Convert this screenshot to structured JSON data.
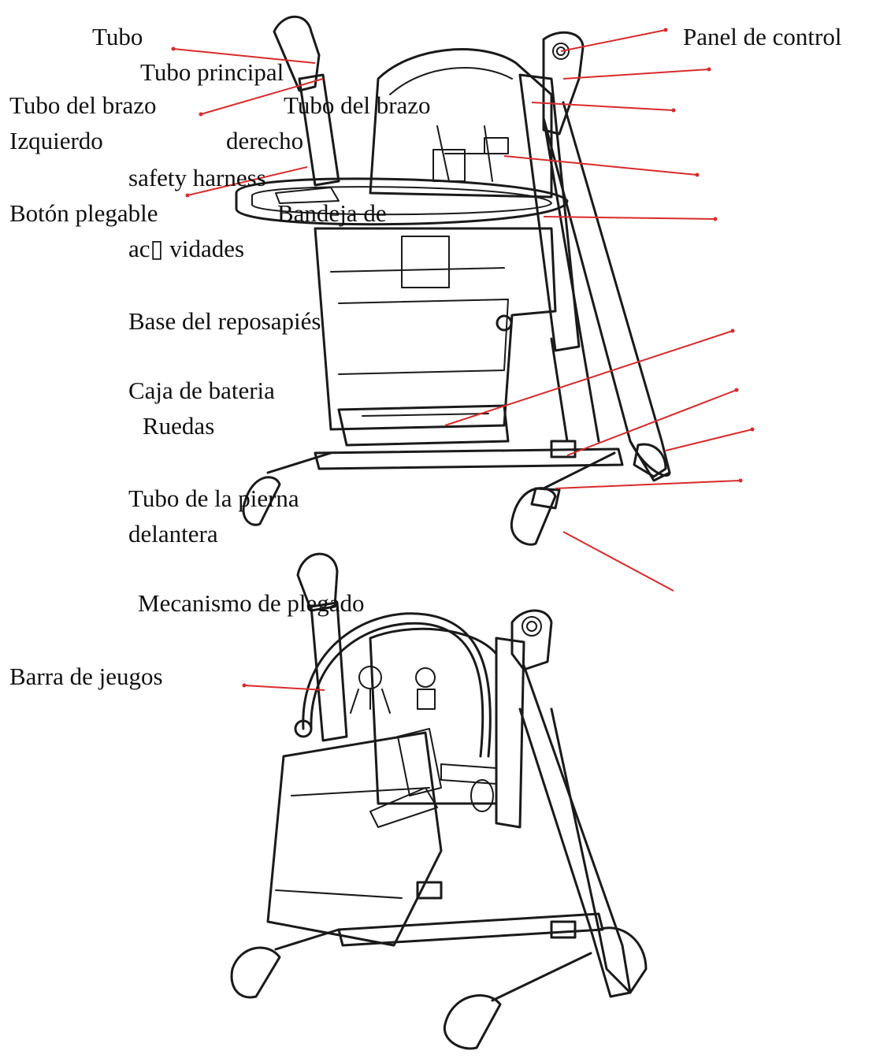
{
  "labels": {
    "tubo": "Tubo",
    "tubo_principal": "Tubo principal",
    "tubo_brazo_izq_1": "Tubo del brazo",
    "tubo_brazo_izq_2": "Izquierdo",
    "tubo_brazo_der_1": "Tubo del brazo",
    "tubo_brazo_der_2": "derecho",
    "safety_harness": "safety harness",
    "boton_plegable": "Botón plegable",
    "bandeja_1": "Bandeja de",
    "bandeja_2": "ac▯ vidades",
    "base_reposapies": "Base del reposapiés",
    "caja_bateria": "Caja de bateria",
    "ruedas": "Ruedas",
    "tubo_pierna_1": "Tubo de la pierna",
    "tubo_pierna_2": "delantera",
    "mecanismo": "Mecanismo de plegado",
    "barra_juegos": "Barra de jeugos",
    "panel_control": "Panel de control"
  },
  "colors": {
    "leader": "#d92b2b",
    "ink": "#1a1a1a",
    "background": "#ffffff"
  }
}
